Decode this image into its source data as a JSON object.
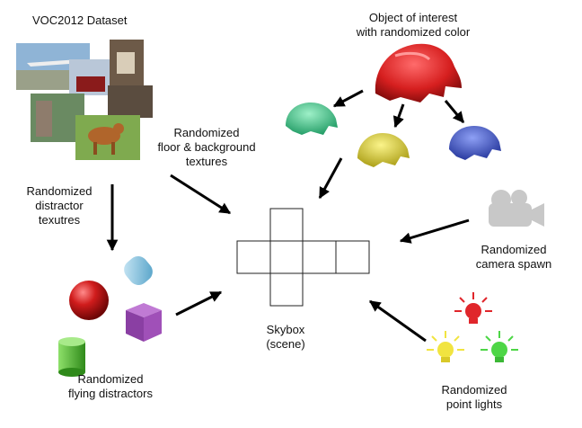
{
  "labels": {
    "voc_dataset": "VOC2012 Dataset",
    "object_of_interest": [
      "Object of interest",
      "with randomized color"
    ],
    "floor_bg": [
      "Randomized",
      "floor & background",
      "textures"
    ],
    "distractor_textures": [
      "Randomized",
      "distractor",
      "texutres"
    ],
    "flying_distractors": [
      "Randomized",
      "flying distractors"
    ],
    "skybox": [
      "Skybox",
      "(scene)"
    ],
    "camera_spawn": [
      "Randomized",
      "camera spawn"
    ],
    "point_lights": [
      "Randomized",
      "point lights"
    ]
  },
  "colors": {
    "object_main": "#d62728",
    "object_green": "#3cc48a",
    "object_yellow": "#d9d12a",
    "object_blue": "#3e56c9",
    "distractor_sphere": "#d01c1c",
    "distractor_capsule": "#7fc4e6",
    "distractor_cube": "#a050b8",
    "distractor_cylinder": "#55c035",
    "camera": "#c8c8c8",
    "light_red": "#e0262b",
    "light_yellow": "#f1e440",
    "light_green": "#4dd646",
    "arrow": "#000000"
  },
  "icons": [
    "photo-collage-icon",
    "camera-icon",
    "lightbulb-icon",
    "car-shell-icon"
  ]
}
